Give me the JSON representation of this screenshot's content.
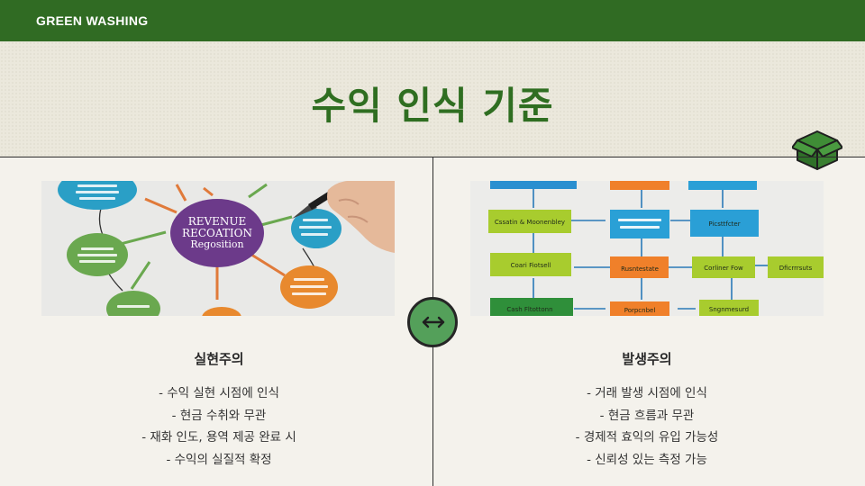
{
  "header": {
    "brand": "GREEN WASHING"
  },
  "slide": {
    "title": "수익 인식 기준"
  },
  "colors": {
    "primary_green": "#306b23",
    "title_green": "#2f6e21",
    "button_green": "#54a05a",
    "background": "#f4f2ec"
  },
  "left": {
    "image_text": {
      "center": [
        "REVENUE",
        "RECOATION",
        "Regosition"
      ]
    },
    "title": "실현주의",
    "items": [
      "- 수익 실현 시점에 인식",
      "- 현금 수취와 무관",
      "- 재화 인도, 용역 제공 완료 시",
      "- 수익의 실질적 확정"
    ]
  },
  "right": {
    "image_text": {
      "box1": "Cssatin & Moonenbley",
      "box2": "Coari Fiotsell",
      "box3": "Rusntestate",
      "box4": "Corliner Fow",
      "box5": "Picsttfcter",
      "box6": "Dficrrrsuts",
      "box7": "Cash Fltottonn",
      "box8": "Porpcnbel",
      "box9": "Sngnmesurd"
    },
    "title": "발생주의",
    "items": [
      "- 거래 발생 시점에 인식",
      "- 현금 흐름과 무관",
      "- 경제적 효익의 유입 가능성",
      "- 신뢰성 있는 측정 가능"
    ]
  },
  "icons": {
    "box": "box-icon",
    "swap": "swap-arrows-icon"
  }
}
